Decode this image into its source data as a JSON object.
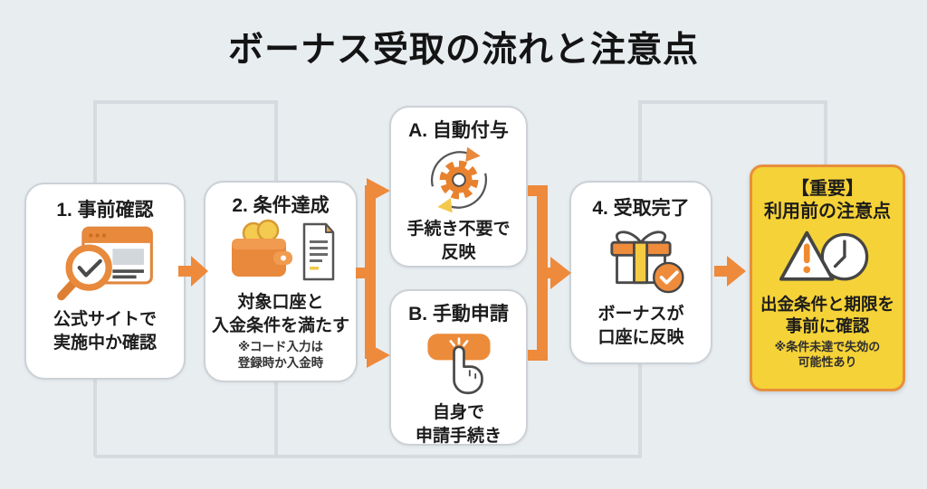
{
  "title": "ボーナス受取の流れと注意点",
  "colors": {
    "background": "#e8edf0",
    "accent_orange": "#ED8A3C",
    "connector_gray": "#d6dbdf",
    "highlight_bg": "#F5D237",
    "highlight_border": "#E88F3C",
    "box_bg": "#ffffff",
    "box_border": "#ccd1d6",
    "text": "#1c1c1c"
  },
  "steps": [
    {
      "title": "1. 事前確認",
      "description": "公式サイトで\n実施中か確認",
      "icon": "search-browser-icon"
    },
    {
      "title": "2. 条件達成",
      "description": "対象口座と\n入金条件を満たす",
      "note": "※コード入力は\n登録時か入金時",
      "icon": "wallet-document-icon"
    },
    {
      "title": "A. 自動付与",
      "description": "手続き不要で\n反映",
      "icon": "auto-grant-gear-icon"
    },
    {
      "title": "B. 手動申請",
      "description": "自身で\n申請手続き",
      "icon": "manual-click-icon"
    },
    {
      "title": "4. 受取完了",
      "description": "ボーナスが\n口座に反映",
      "icon": "gift-received-icon"
    }
  ],
  "warning": {
    "title": "【重要】\n利用前の注意点",
    "description": "出金条件と期限を\n事前に確認",
    "note": "※条件未達で失効の\n可能性あり",
    "icons": [
      "warning-triangle-icon",
      "clock-icon"
    ]
  }
}
